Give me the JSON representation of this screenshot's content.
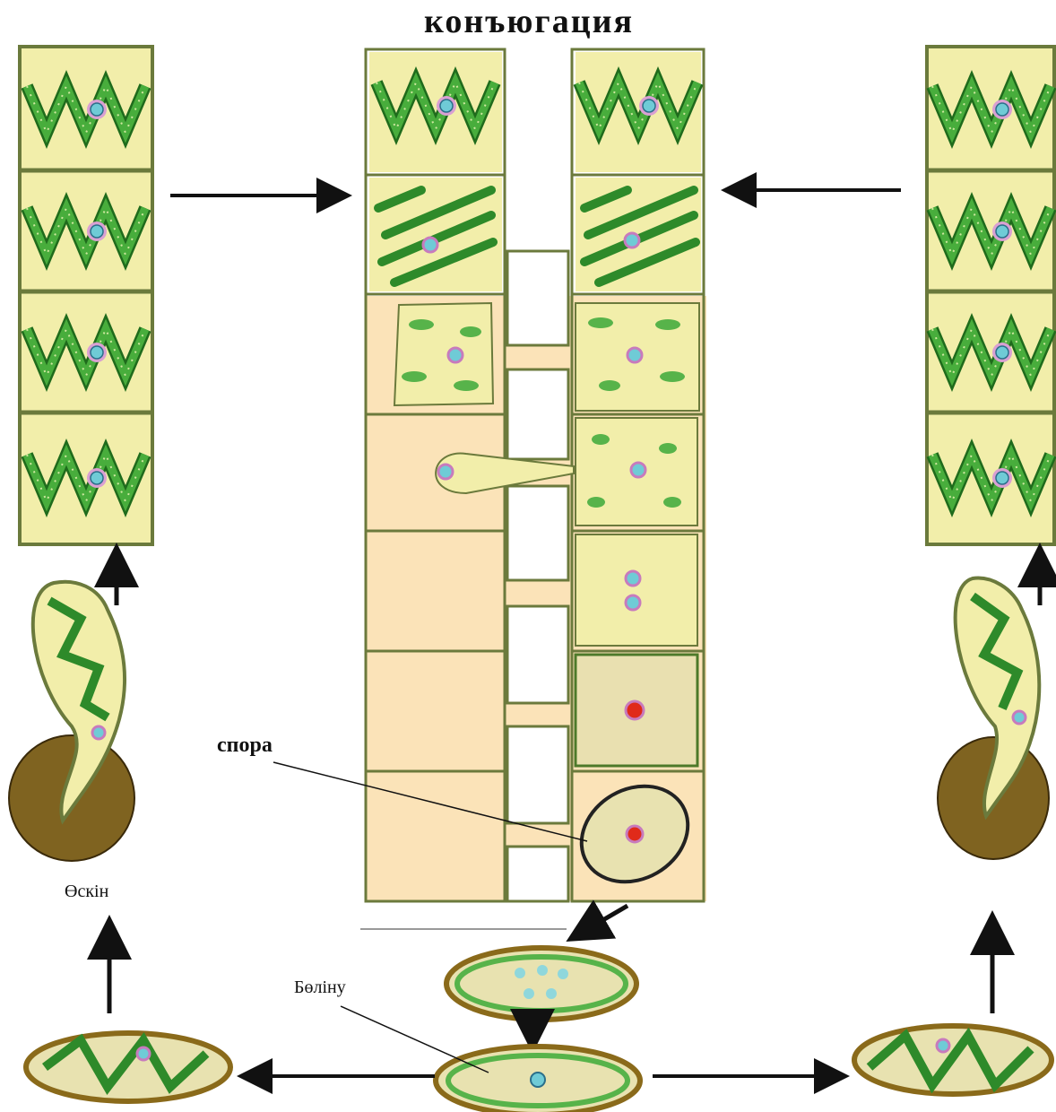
{
  "title": "конъюгация",
  "labels": {
    "spore": "спора",
    "germination": "Өскін",
    "division": "Бөліну"
  },
  "colors": {
    "cell_fill": "#f2eeaa",
    "cell_wall": "#6b7a3c",
    "chloroplast": "#3d9a34",
    "chloroplast_dark": "#1f6b1c",
    "background_fill": "#fbe3b8",
    "nucleus": "#6fcbd6",
    "nucleus_ring": "#c77bbd",
    "zygote_nucleus": "#e02a1a",
    "spore_shell": "#8a6a1a",
    "arrow": "#111111"
  }
}
